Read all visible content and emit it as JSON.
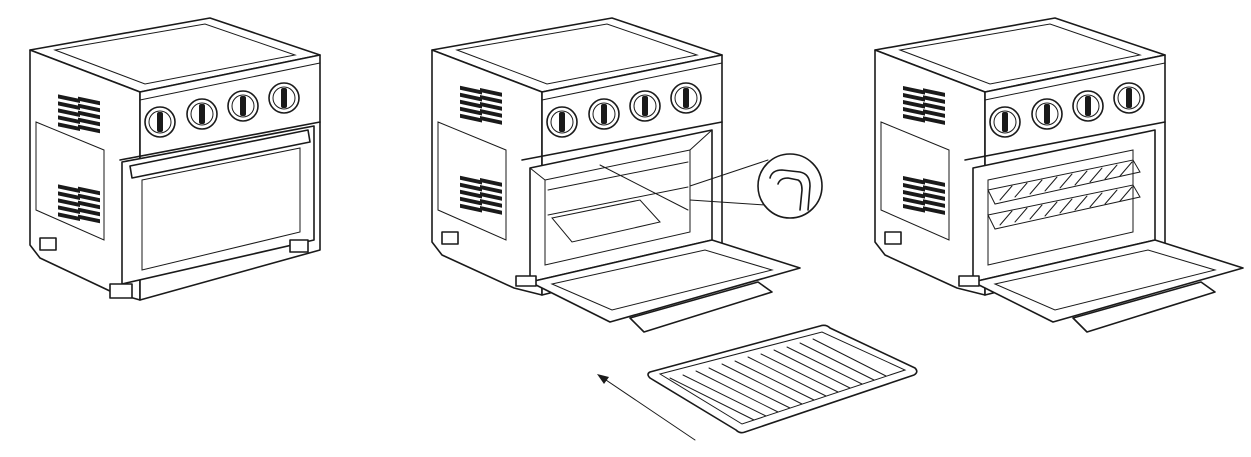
{
  "figure": {
    "panels": [
      {
        "id": "closed",
        "state": "oven-door-closed"
      },
      {
        "id": "open-empty",
        "state": "oven-door-open-rack-being-inserted"
      },
      {
        "id": "open-with-rack",
        "state": "oven-door-open-rack-installed"
      }
    ],
    "icons": [
      "oven-icon",
      "wire-rack-icon",
      "insert-arrow-icon",
      "magnified-detail-icon",
      "control-knob-icon"
    ],
    "colors": {
      "line": "#1a1a1a",
      "background": "#ffffff"
    }
  }
}
